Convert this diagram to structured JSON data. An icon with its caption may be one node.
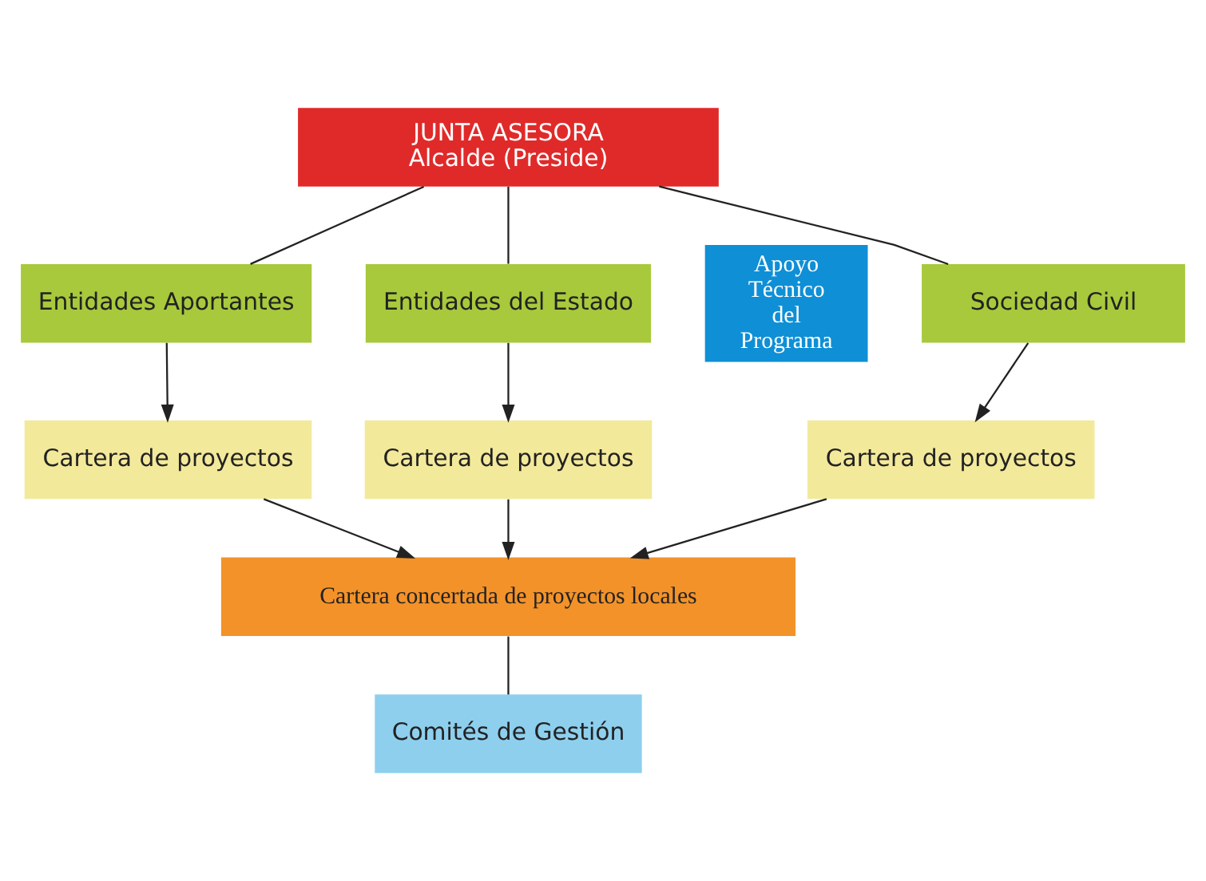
{
  "diagram": {
    "nodes": [
      {
        "text": [
          "JUNTA ASESORA",
          "Alcalde (Preside)"
        ]
      },
      {
        "text": [
          "Apoyo Técnico del Programa"
        ]
      },
      {
        "text": [
          "Entidades del Estado"
        ]
      },
      {
        "text": [
          "Sociedad Civil"
        ]
      },
      {
        "text": [
          "Entidades Aportantes"
        ]
      },
      {
        "text": [
          "Cartera de proyectos"
        ]
      },
      {
        "text": [
          "Cartera de proyectos"
        ]
      },
      {
        "text": [
          "Cartera de proyectos"
        ]
      },
      {
        "text": [
          "Cartera concertada de proyectos locales"
        ]
      },
      {
        "text": [
          "Comités de Gestión"
        ]
      }
    ],
    "edges": [
      {
        "from": 0,
        "to": 2,
        "arrow": "none"
      },
      {
        "from": 0,
        "to": 3,
        "arrow": "none"
      },
      {
        "from": 0,
        "to": 4,
        "arrow": "none"
      },
      {
        "from": 2,
        "to": 5,
        "arrow": "to"
      },
      {
        "from": 3,
        "to": 6,
        "arrow": "to"
      },
      {
        "from": 4,
        "to": 7,
        "arrow": "to"
      },
      {
        "from": 5,
        "to": 8,
        "arrow": "to"
      },
      {
        "from": 6,
        "to": 8,
        "arrow": "to"
      },
      {
        "from": 7,
        "to": 8,
        "arrow": "to"
      },
      {
        "from": 8,
        "to": 9,
        "arrow": "none"
      }
    ]
  }
}
